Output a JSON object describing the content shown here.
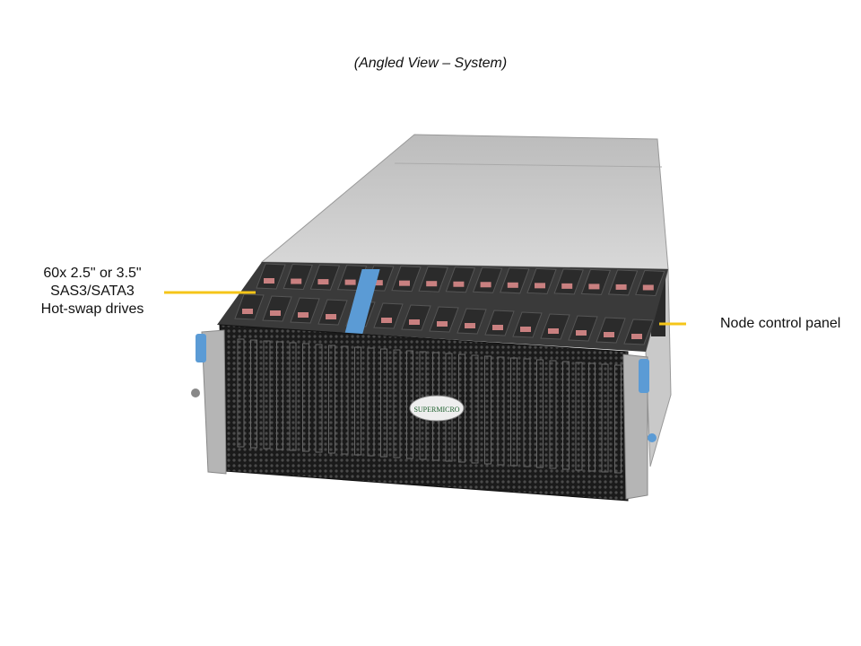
{
  "caption": "(Angled View – System)",
  "callouts": {
    "drives": [
      "60x 2.5\" or 3.5\"",
      "SAS3/SATA3",
      "Hot-swap drives"
    ],
    "control_panel": "Node control panel"
  },
  "product": {
    "brand_logo": "SUPERMICRO",
    "drive_count": 60
  },
  "colors": {
    "leader_line": "#f5c518",
    "handle": "#5b9bd5",
    "drive_latch": "#c98080"
  }
}
